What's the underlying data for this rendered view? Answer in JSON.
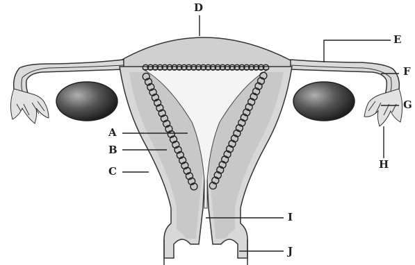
{
  "labels": {
    "D": "D",
    "E": "E",
    "F": "F",
    "G": "G",
    "H": "H",
    "A": "A",
    "B": "B",
    "C": "C",
    "I": "I",
    "J": "J"
  },
  "colors": {
    "tissue": "#d4d4d4",
    "tissue_light": "#ebebeb",
    "outline": "#333333",
    "cavity": "#ffffff",
    "ovary_dark": "#2a2a2a",
    "ovary_light": "#9a9a9a",
    "leader": "#222222"
  }
}
